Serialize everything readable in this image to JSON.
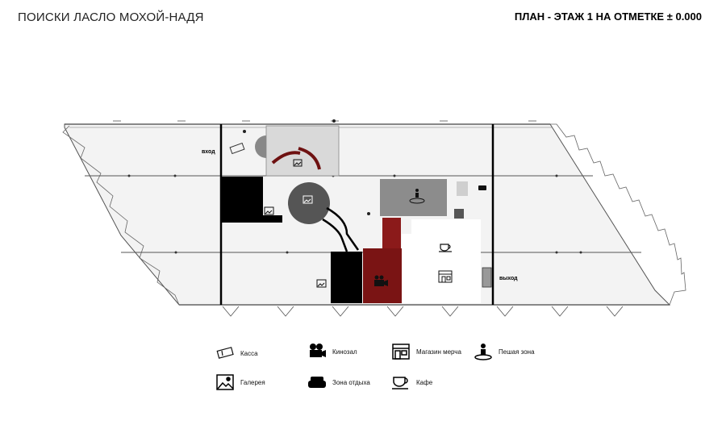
{
  "header": {
    "project_title": "ПОИСКИ ЛАСЛО МОХОЙ-НАДЯ",
    "sheet_title": "ПЛАН - ЭТАЖ 1 НА ОТМЕТКЕ ± 0.000"
  },
  "plan": {
    "entrance_label": "вход",
    "exit_label": "выход"
  },
  "legend": {
    "ticket": "Касса",
    "cinema": "Кинозал",
    "shop": "Магазин мерча",
    "walk": "Пешая зона",
    "gallery": "Галерея",
    "rest": "Зона отдыха",
    "cafe": "Кафе"
  },
  "colors": {
    "accent_red": "#8b1a1a",
    "dark_red": "#6e1111",
    "floor": "#f3f3f3",
    "wall": "#000000"
  }
}
